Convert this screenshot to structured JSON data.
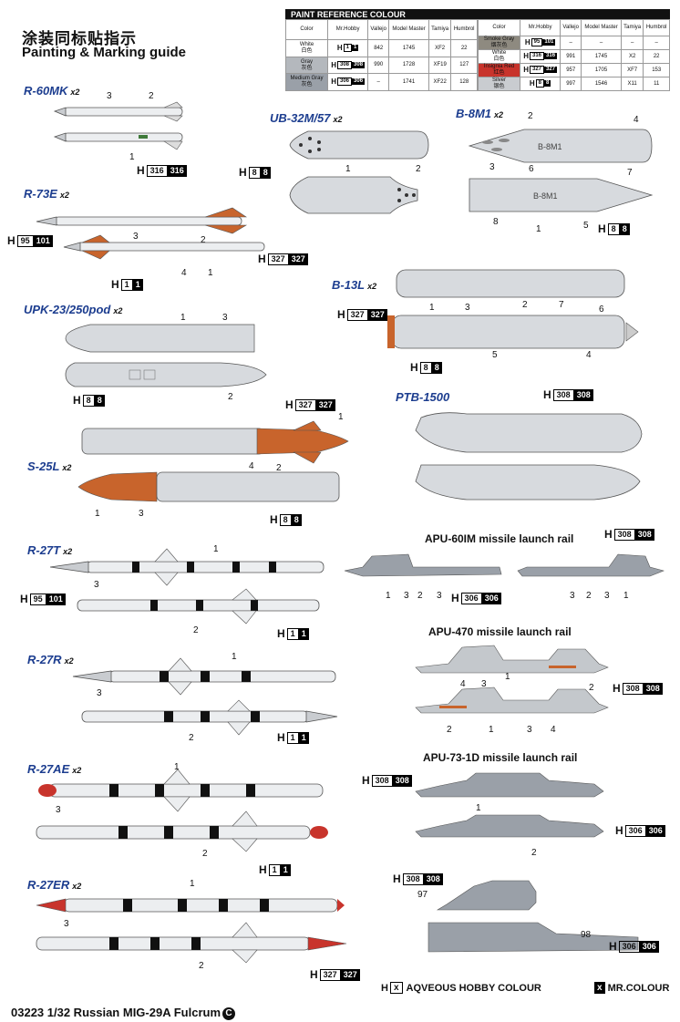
{
  "header": {
    "title_cn": "涂装同标贴指示",
    "title_en": "Painting & Marking guide"
  },
  "paint_table": {
    "title": "PAINT  REFERENCE COLOUR",
    "columns": [
      "Color",
      "Mr.Hobby",
      "Vallejo",
      "Model Master",
      "Tamiya",
      "Humbrol"
    ],
    "left_rows": [
      {
        "color": "White",
        "color_cn": "白色",
        "swatch": "#ffffff",
        "h_w": "1",
        "h_b": "1",
        "vallejo": "842",
        "mm": "1745",
        "tamiya": "XF2",
        "humbrol": "22"
      },
      {
        "color": "Gray",
        "color_cn": "灰色",
        "swatch": "#b4b8bd",
        "h_w": "308",
        "h_b": "308",
        "vallejo": "990",
        "mm": "1728",
        "tamiya": "XF19",
        "humbrol": "127"
      },
      {
        "color": "Medium Gray",
        "color_cn": "灰色",
        "swatch": "#9aa0a8",
        "h_w": "306",
        "h_b": "306",
        "vallejo": "–",
        "mm": "1741",
        "tamiya": "XF22",
        "humbrol": "128"
      }
    ],
    "right_rows": [
      {
        "color": "Smoke Gray",
        "color_cn": "烟灰色",
        "swatch": "#8e8a80",
        "h_w": "95",
        "h_b": "101",
        "vallejo": "–",
        "mm": "–",
        "tamiya": "–",
        "humbrol": "–"
      },
      {
        "color": "White",
        "color_cn": "白色",
        "swatch": "#ffffff",
        "h_w": "316",
        "h_b": "316",
        "vallejo": "991",
        "mm": "1745",
        "tamiya": "X2",
        "humbrol": "22"
      },
      {
        "color": "Insignia Red",
        "color_cn": "红色",
        "swatch": "#c8342c",
        "h_w": "327",
        "h_b": "327",
        "vallejo": "957",
        "mm": "1705",
        "tamiya": "XF7",
        "humbrol": "153"
      },
      {
        "color": "Silver",
        "color_cn": "银色",
        "swatch": "#c9ccd0",
        "h_w": "8",
        "h_b": "8",
        "vallejo": "997",
        "mm": "1546",
        "tamiya": "X11",
        "humbrol": "11"
      }
    ]
  },
  "weapons": {
    "r60mk": {
      "name": "R-60MK",
      "qty": "x2"
    },
    "r73e": {
      "name": "R-73E",
      "qty": "x2"
    },
    "ub32": {
      "name": "UB-32M/57",
      "qty": "x2"
    },
    "b8m1": {
      "name": "B-8M1",
      "qty": "x2",
      "stencil": "B-8M1"
    },
    "b13l": {
      "name": "B-13L",
      "qty": "x2"
    },
    "upk23": {
      "name": "UPK-23/250pod",
      "qty": "x2"
    },
    "ptb": {
      "name": "PTB-1500"
    },
    "s25l": {
      "name": "S-25L",
      "qty": "x2"
    },
    "r27t": {
      "name": "R-27T",
      "qty": "x2"
    },
    "r27r": {
      "name": "R-27R",
      "qty": "x2"
    },
    "r27ae": {
      "name": "R-27AE",
      "qty": "x2"
    },
    "r27er": {
      "name": "R-27ER",
      "qty": "x2"
    }
  },
  "rails": {
    "apu60": "APU-60IM missile launch rail",
    "apu470": "APU-470 missile launch rail",
    "apu73": "APU-73-1D missile launch rail"
  },
  "codes": [
    {
      "id": "r60",
      "w": "316",
      "b": "316"
    },
    {
      "id": "r73a",
      "w": "95",
      "b": "101"
    },
    {
      "id": "r73b",
      "w": "327",
      "b": "327"
    },
    {
      "id": "r73c",
      "w": "1",
      "b": "1"
    },
    {
      "id": "ub32",
      "w": "8",
      "b": "8"
    },
    {
      "id": "b8",
      "w": "8",
      "b": "8"
    },
    {
      "id": "b13a",
      "w": "327",
      "b": "327"
    },
    {
      "id": "b13b",
      "w": "8",
      "b": "8"
    },
    {
      "id": "upk",
      "w": "8",
      "b": "8"
    },
    {
      "id": "s25a",
      "w": "327",
      "b": "327"
    },
    {
      "id": "s25b",
      "w": "8",
      "b": "8"
    },
    {
      "id": "ptb",
      "w": "308",
      "b": "308"
    },
    {
      "id": "r27t",
      "w": "95",
      "b": "101"
    },
    {
      "id": "r27t2",
      "w": "1",
      "b": "1"
    },
    {
      "id": "apu60a",
      "w": "308",
      "b": "308"
    },
    {
      "id": "apu60b",
      "w": "306",
      "b": "306"
    },
    {
      "id": "r27r",
      "w": "1",
      "b": "1"
    },
    {
      "id": "apu470",
      "w": "308",
      "b": "308"
    },
    {
      "id": "r27ae",
      "w": "1",
      "b": "1"
    },
    {
      "id": "apu73a",
      "w": "308",
      "b": "308"
    },
    {
      "id": "apu73b",
      "w": "306",
      "b": "306"
    },
    {
      "id": "r27er",
      "w": "327",
      "b": "327"
    },
    {
      "id": "last1",
      "w": "308",
      "b": "308"
    },
    {
      "id": "last2",
      "w": "306",
      "b": "306"
    }
  ],
  "callouts": {
    "n1": "1",
    "n2": "2",
    "n3": "3",
    "n4": "4",
    "n5": "5",
    "n6": "6",
    "n7": "7",
    "n8": "8",
    "n97": "97",
    "n98": "98"
  },
  "legend": {
    "h_prefix": "H",
    "x": "x",
    "aqueous": "AQVEOUS HOBBY COLOUR",
    "mr": "MR.COLOUR"
  },
  "footer": {
    "text": "03223 1/32 Russian MIG-29A Fulcrum",
    "badge": "C"
  }
}
